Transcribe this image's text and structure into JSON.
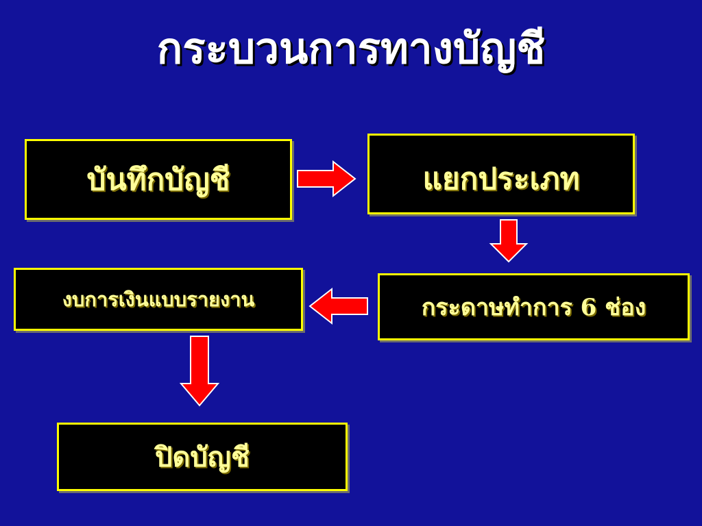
{
  "title": "กระบวนการทางบัญชี",
  "steps": {
    "record": "บันทึกบัญชี",
    "classify": "แยกประเภท",
    "worksheet": "กระดาษทำการ 6 ช่อง",
    "report": "งบการเงินแบบรายงาน",
    "close": "ปิดบัญชี"
  },
  "colors": {
    "background": "#12129a",
    "box_fill": "#000000",
    "box_border": "#ffff00",
    "step_text": "#ffff99",
    "arrow_fill": "#ff0000"
  }
}
